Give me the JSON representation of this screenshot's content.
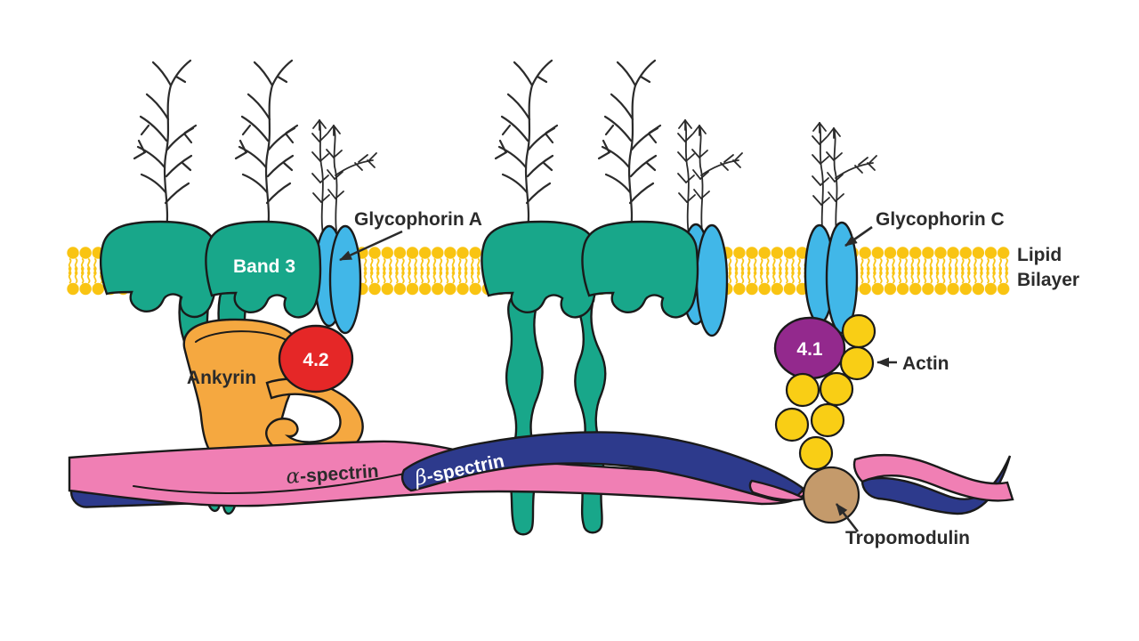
{
  "figure": {
    "type": "red-blood-cell-membrane-cytoskeleton-diagram",
    "labels": {
      "band3": "Band 3",
      "glycophorin_a": "Glycophorin A",
      "glycophorin_c": "Glycophorin C",
      "lipid_line1": "Lipid",
      "lipid_line2": "Bilayer",
      "ankyrin": "Ankyrin",
      "band42": "4.2",
      "band41": "4.1",
      "actin": "Actin",
      "tropomodulin": "Tropomodulin",
      "alpha": "α",
      "alpha_suffix": "-spectrin",
      "beta": "β",
      "beta_suffix": "-spectrin"
    },
    "colors": {
      "band3_teal": "#18A78A",
      "glycophorin_blue": "#41B7E8",
      "ankyrin_orange": "#F5A840",
      "band42_red": "#E52727",
      "band41_purple": "#93298D",
      "actin_yellow": "#F9CE15",
      "lipid_yellow": "#F9C412",
      "alpha_spectrin_pink": "#F07FB4",
      "beta_spectrin_navy": "#2D3A8C",
      "tropomodulin_tan": "#C49A6B",
      "outline_ink": "#1A1A1A",
      "label_ink": "#2B2B2B",
      "background": "#FFFFFF"
    }
  }
}
